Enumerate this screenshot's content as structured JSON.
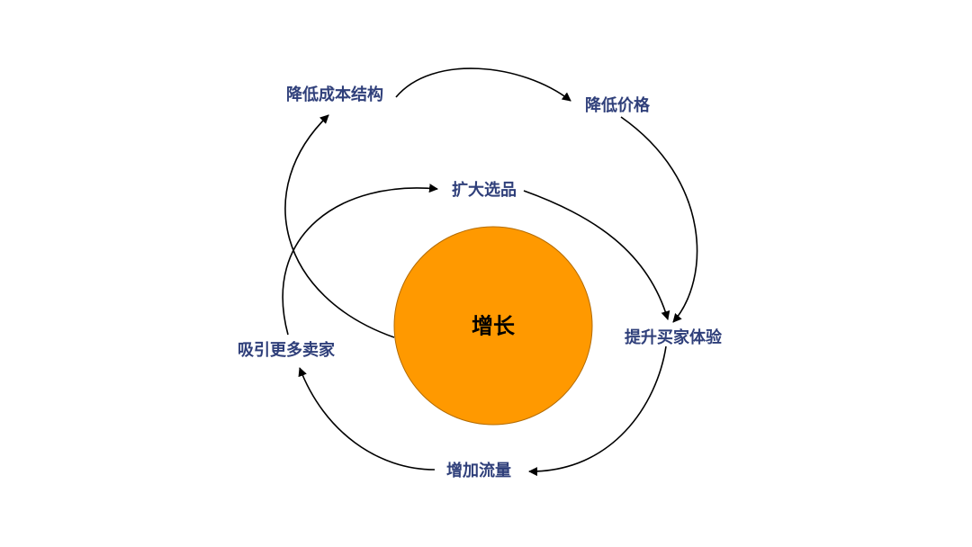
{
  "diagram": {
    "center": {
      "label": "增长",
      "fill": "#ff9900"
    },
    "nodes": {
      "reduce_cost_structure": "降低成本结构",
      "lower_prices": "降低价格",
      "expand_selection": "扩大选品",
      "improve_buyer_experience": "提升买家体验",
      "attract_more_sellers": "吸引更多卖家",
      "increase_traffic": "增加流量"
    },
    "colors": {
      "node_text": "#2f3f7a",
      "arrow": "#000000"
    }
  }
}
